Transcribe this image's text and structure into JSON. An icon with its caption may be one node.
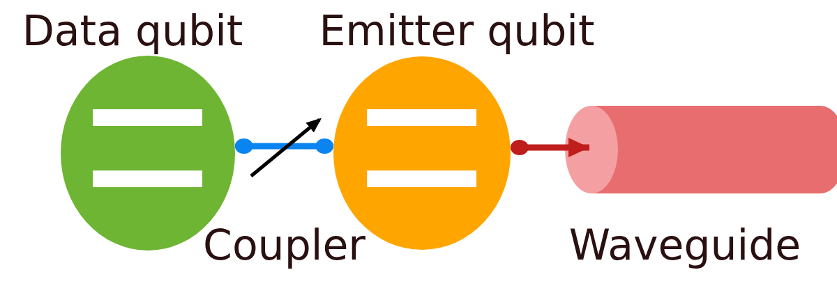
{
  "diagram": {
    "nodes": [
      {
        "text": [
          "Data qubit"
        ]
      },
      {
        "text": [
          "Emitter qubit"
        ]
      },
      {
        "text": [
          "Waveguide"
        ]
      }
    ],
    "edges": [
      {
        "from": 0,
        "to": 1,
        "arrow": "other",
        "label": "Coupler",
        "color": "#0a84f0"
      },
      {
        "from": 1,
        "to": 2,
        "arrow": "to",
        "color": "#c01d1d"
      }
    ]
  }
}
